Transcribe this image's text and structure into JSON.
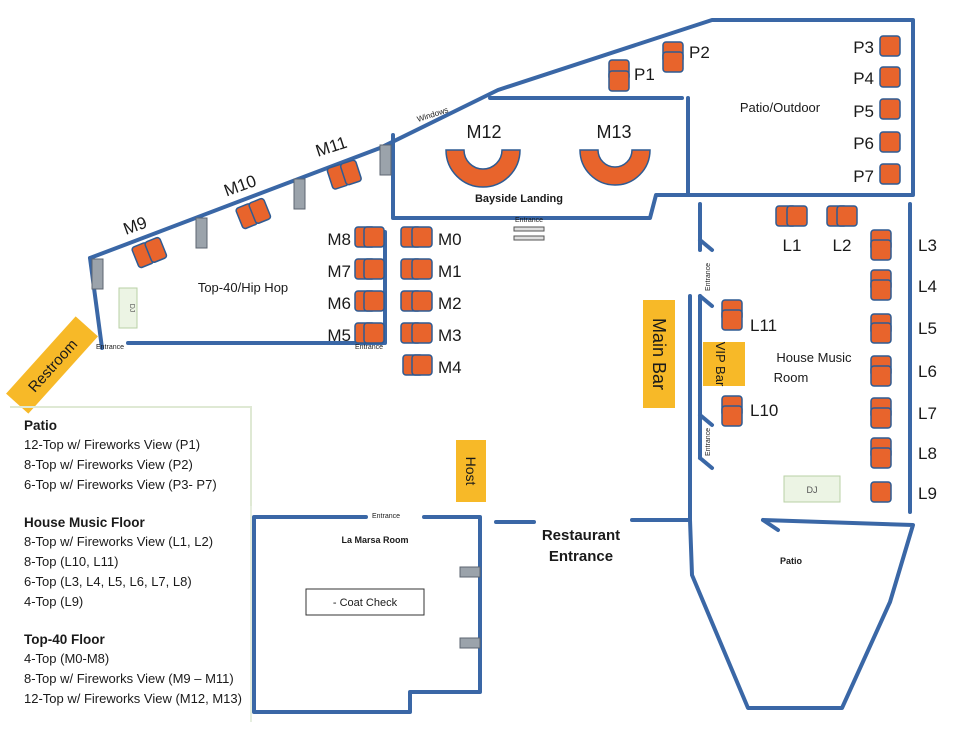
{
  "walls_label": "Windows",
  "rooms": {
    "bayside": "Bayside Landing",
    "patio_outdoor": "Patio/Outdoor",
    "top40": "Top-40/Hip Hop",
    "house_music_1": "House Music",
    "house_music_2": "Room",
    "la_marsa": "La Marsa Room",
    "coat_check": "- Coat Check",
    "patio_bottom": "Patio",
    "restaurant_entrance_1": "Restaurant",
    "restaurant_entrance_2": "Entrance"
  },
  "badges": {
    "main_bar": "Main Bar",
    "vip_bar": "VIP Bar",
    "host": "Host",
    "restroom": "Restroom"
  },
  "dj_label": "DJ",
  "entrance_label": "Entrance",
  "tables": {
    "P1": "P1",
    "P2": "P2",
    "P3": "P3",
    "P4": "P4",
    "P5": "P5",
    "P6": "P6",
    "P7": "P7",
    "M0": "M0",
    "M1": "M1",
    "M2": "M2",
    "M3": "M3",
    "M4": "M4",
    "M5": "M5",
    "M6": "M6",
    "M7": "M7",
    "M8": "M8",
    "M9": "M9",
    "M10": "M10",
    "M11": "M11",
    "M12": "M12",
    "M13": "M13",
    "L1": "L1",
    "L2": "L2",
    "L3": "L3",
    "L4": "L4",
    "L5": "L5",
    "L6": "L6",
    "L7": "L7",
    "L8": "L8",
    "L9": "L9",
    "L10": "L10",
    "L11": "L11"
  },
  "legend": {
    "patio": {
      "title": "Patio",
      "items": [
        "12-Top w/ Fireworks View (P1)",
        "8-Top w/ Fireworks View (P2)",
        "6-Top w/ Fireworks View (P3- P7)"
      ]
    },
    "house": {
      "title": "House Music Floor",
      "items": [
        "8-Top w/ Fireworks View (L1, L2)",
        "8-Top (L10, L11)",
        "6-Top (L3, L4, L5, L6, L7, L8)",
        "4-Top (L9)"
      ]
    },
    "top40": {
      "title": "Top-40 Floor",
      "items": [
        "4-Top (M0-M8)",
        "8-Top w/ Fireworks View (M9 – M11)",
        "12-Top w/ Fireworks View (M12, M13)"
      ]
    }
  },
  "colors": {
    "wall": "#3a67a6",
    "table_fill": "#e8642c",
    "table_stroke": "#2e5b93",
    "badge": "#f7b928",
    "pillar": "#9ba3ab",
    "dj_fill": "#ecf4e4",
    "text": "#1a1a1a"
  }
}
